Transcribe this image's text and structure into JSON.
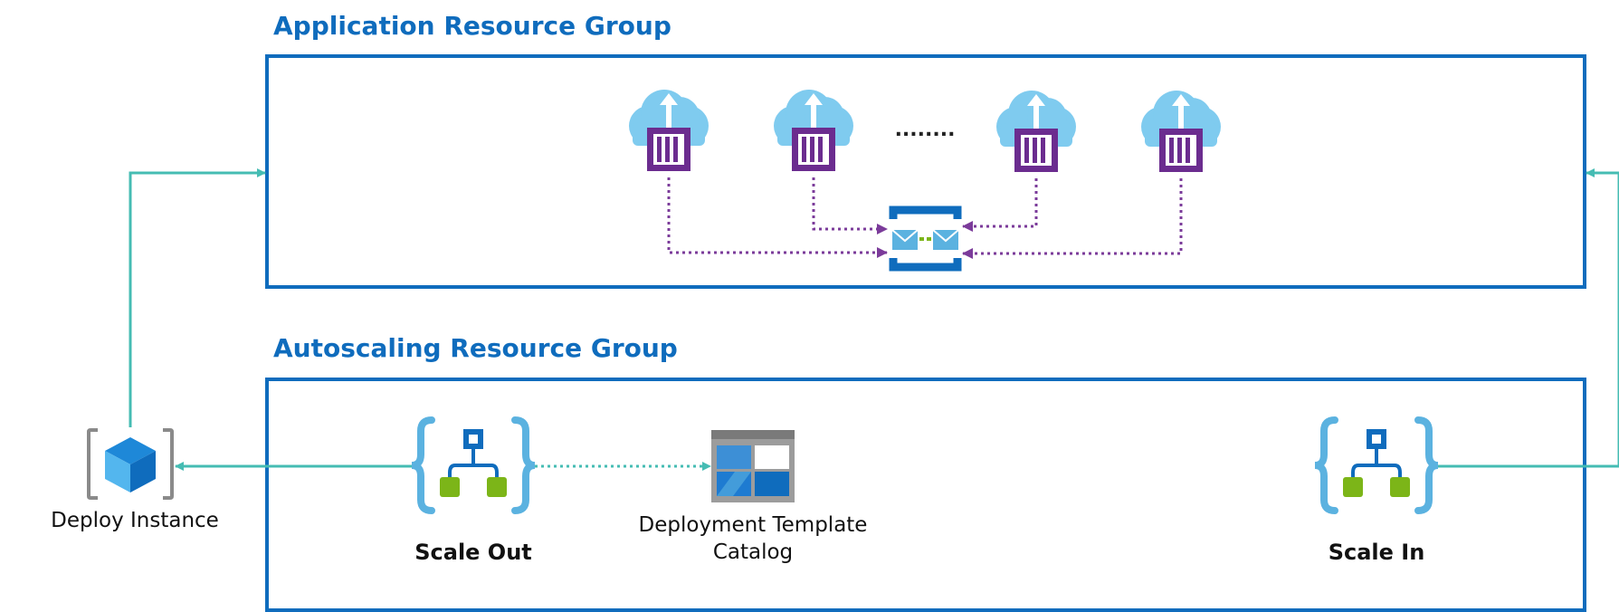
{
  "groups": {
    "application": {
      "title": "Application Resource Group"
    },
    "autoscaling": {
      "title": "Autoscaling Resource Group"
    }
  },
  "app_group": {
    "container_count_shown": 4,
    "ellipsis": "........"
  },
  "nodes": {
    "deploy_instance": {
      "label": "Deploy Instance"
    },
    "scale_out": {
      "label": "Scale Out"
    },
    "template_catalog": {
      "label_line1": "Deployment Template",
      "label_line2": "Catalog"
    },
    "scale_in": {
      "label": "Scale In"
    }
  },
  "colors": {
    "group_border": "#0F6CBD",
    "title": "#0F6CBD",
    "teal_connector": "#45BCB3",
    "purple_connector": "#7B3B9A",
    "container_purple": "#6B2C8F",
    "cloud_blue": "#7FCBEF",
    "logic_brace": "#5BB2E0",
    "logic_node_blue": "#0F6CBD",
    "logic_node_green": "#7CB518",
    "queue_blue": "#0F6CBD"
  }
}
